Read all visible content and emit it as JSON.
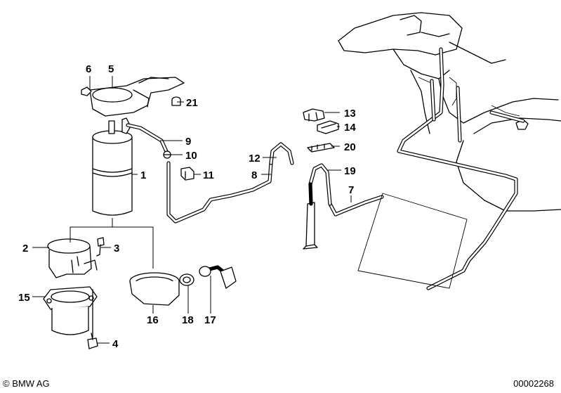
{
  "diagram": {
    "callouts": [
      {
        "id": "c6",
        "text": "6"
      },
      {
        "id": "c5",
        "text": "5"
      },
      {
        "id": "c21",
        "text": "21"
      },
      {
        "id": "c13",
        "text": "13"
      },
      {
        "id": "c14",
        "text": "14"
      },
      {
        "id": "c9",
        "text": "9"
      },
      {
        "id": "c10",
        "text": "10"
      },
      {
        "id": "c1",
        "text": "1"
      },
      {
        "id": "c11",
        "text": "11"
      },
      {
        "id": "c12",
        "text": "12"
      },
      {
        "id": "c20",
        "text": "20"
      },
      {
        "id": "c8",
        "text": "8"
      },
      {
        "id": "c19",
        "text": "19"
      },
      {
        "id": "c7",
        "text": "7"
      },
      {
        "id": "c2",
        "text": "2"
      },
      {
        "id": "c3",
        "text": "3"
      },
      {
        "id": "c15",
        "text": "15"
      },
      {
        "id": "c16",
        "text": "16"
      },
      {
        "id": "c18",
        "text": "18"
      },
      {
        "id": "c17",
        "text": "17"
      },
      {
        "id": "c4",
        "text": "4"
      }
    ]
  },
  "footer": {
    "copyright": "© BMW AG",
    "drawing_number": "00002268"
  }
}
